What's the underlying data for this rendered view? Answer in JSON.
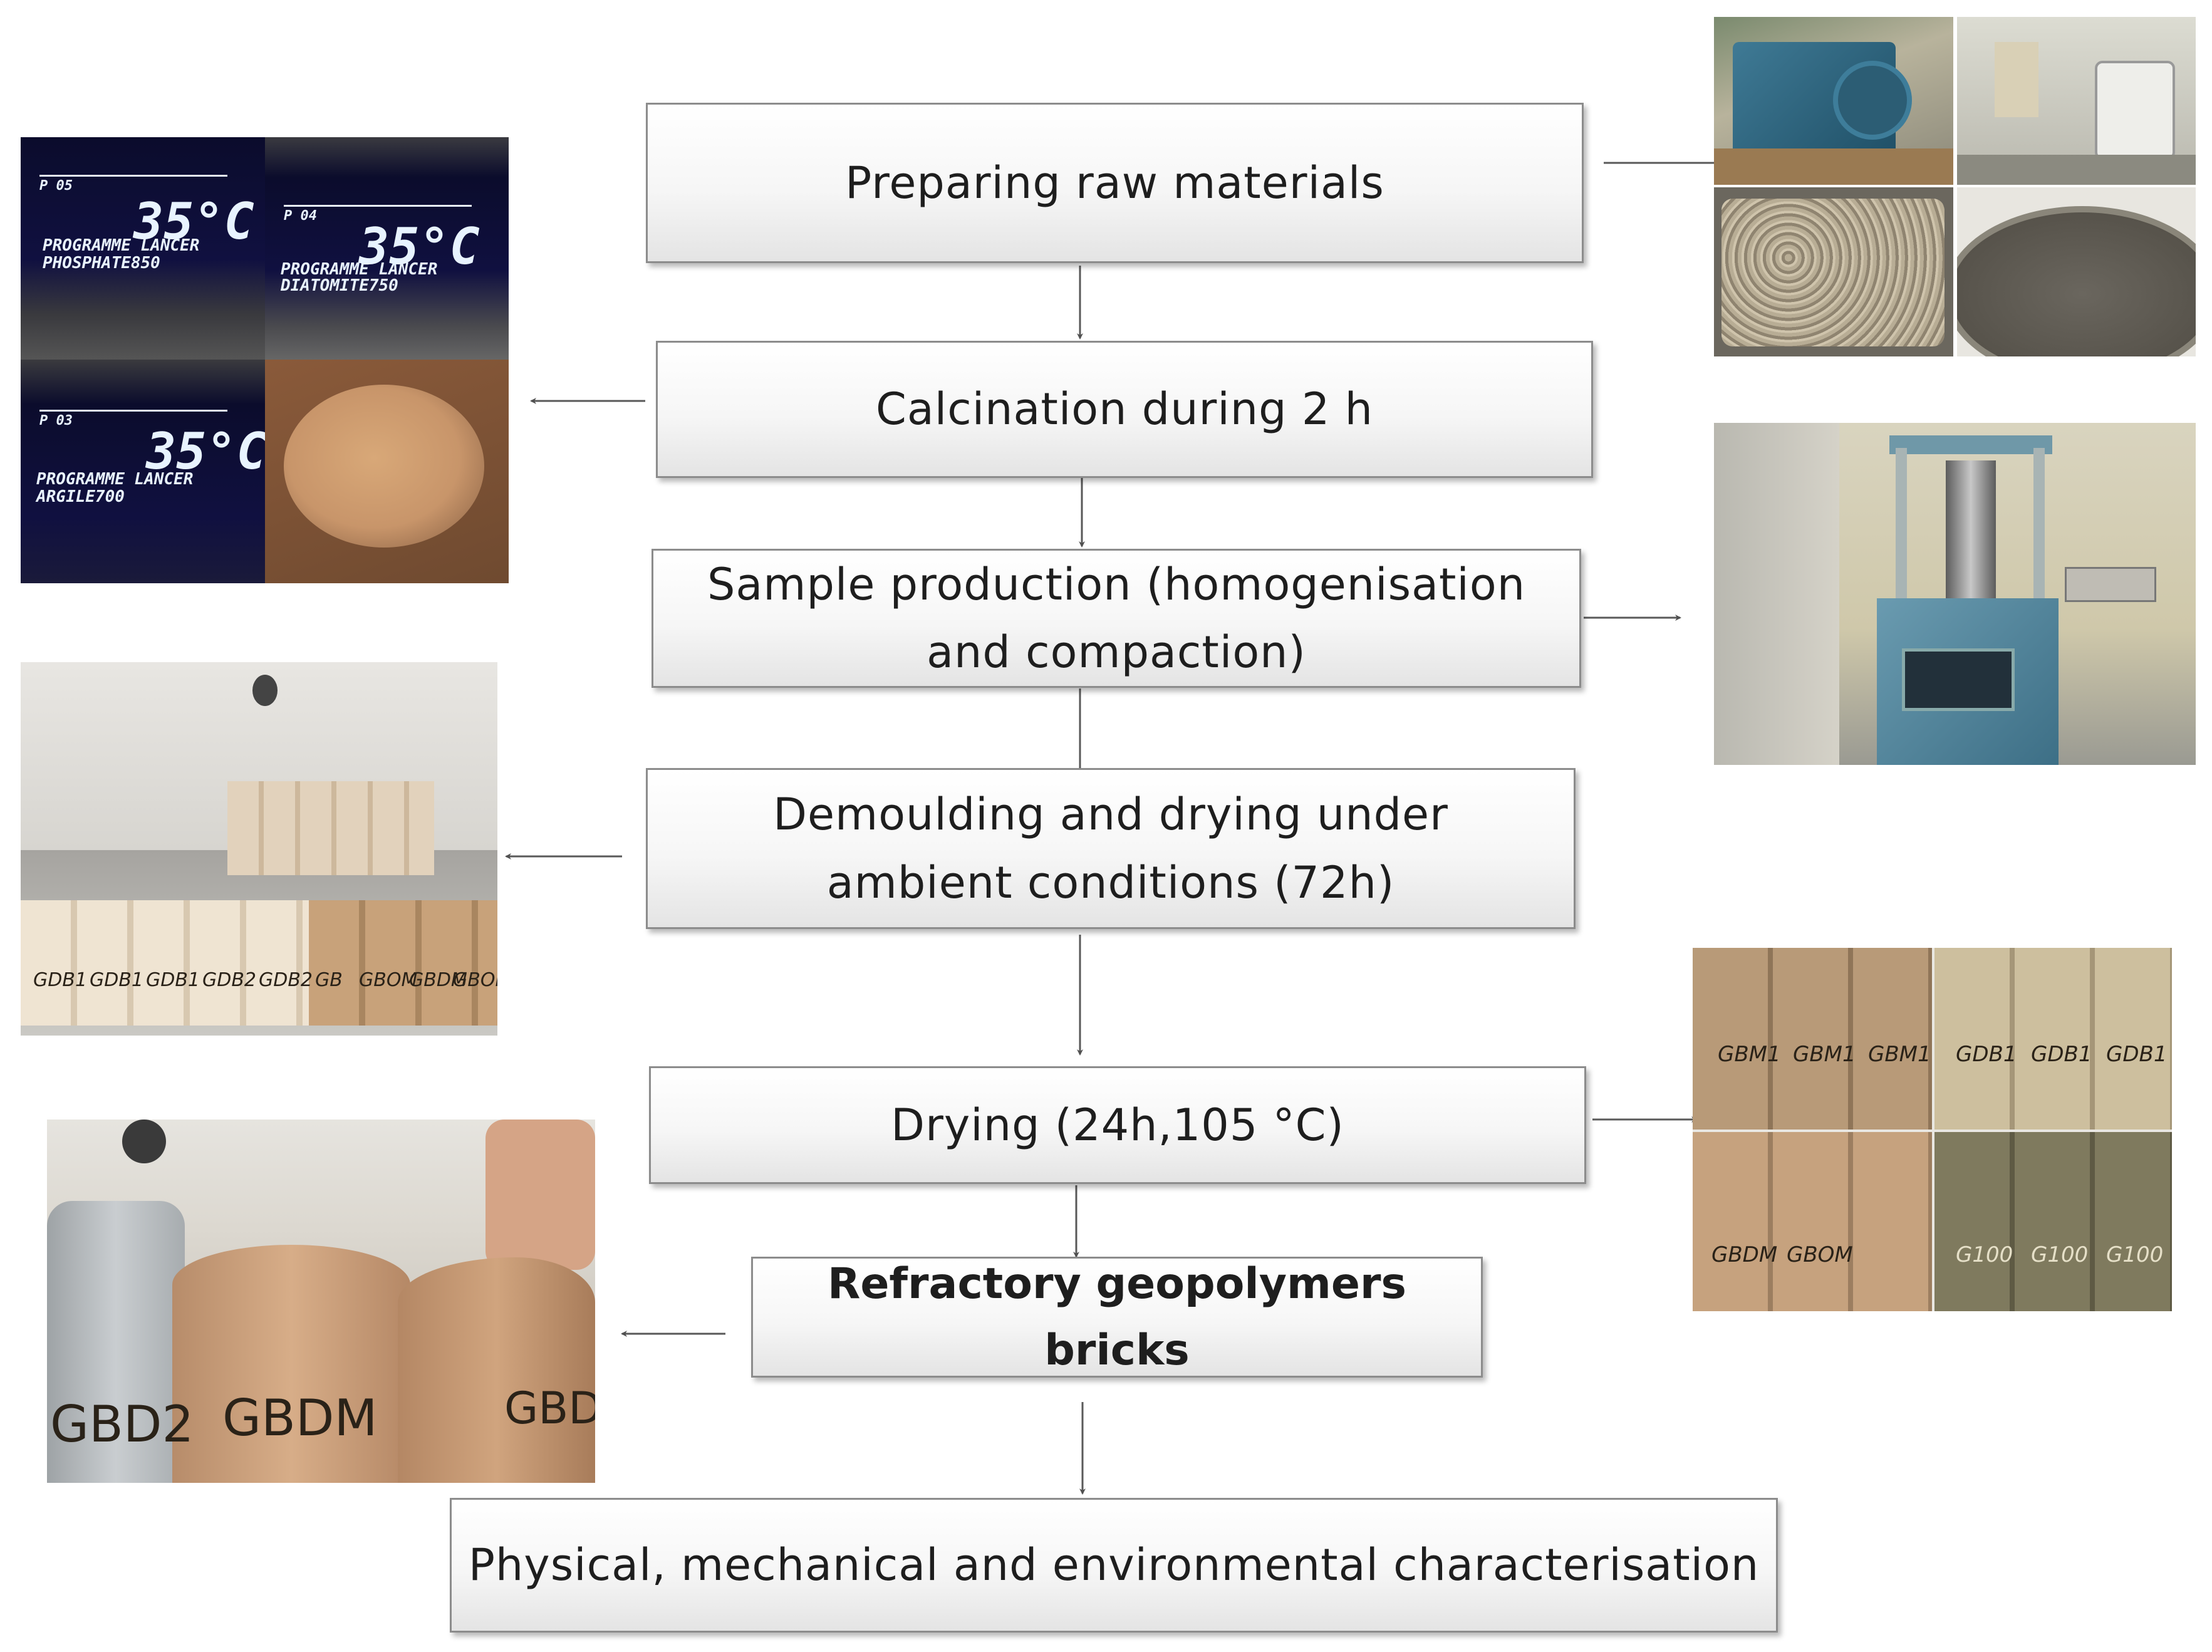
{
  "flowchart": {
    "steps": [
      "Preparing raw materials",
      "Calcination during 2 h",
      "Sample production (homogenisation and compaction)",
      "Demoulding and drying under ambient conditions (72h)",
      "Drying (24h,105 °C)",
      "Refractory geopolymers bricks",
      "Physical, mechanical and environmental characterisation"
    ]
  },
  "photos": {
    "furnace_displays": {
      "display_1": {
        "header": "P 05",
        "temp": "35°C",
        "line1": "PROGRAMME LANCER",
        "line2": "PHOSPHATE850"
      },
      "display_2": {
        "header": "P 04",
        "temp": "35°C",
        "line1": "PROGRAMME LANCER",
        "line2": "DIATOMITE750"
      },
      "display_3": {
        "header": "P 03",
        "temp": "35°C",
        "line1": "PROGRAMME LANCER",
        "line2": "ARGILE700"
      }
    },
    "demoulded_samples": {
      "labels": [
        "GDB1",
        "GDB1",
        "GDB1",
        "GDB2",
        "GDB2",
        "GB",
        "GBOM",
        "GBDM",
        "GBOM"
      ]
    },
    "dried_samples": {
      "top": [
        "GBM1",
        "GBM1",
        "GBM1",
        "GDB1",
        "GDB1",
        "GDB1"
      ],
      "bottom": [
        "GBDM",
        "GBOM",
        "G100",
        "G100",
        "G100"
      ]
    },
    "bricks_closeup": {
      "labels": [
        "GBD2",
        "GBDM",
        "GBD"
      ]
    }
  }
}
